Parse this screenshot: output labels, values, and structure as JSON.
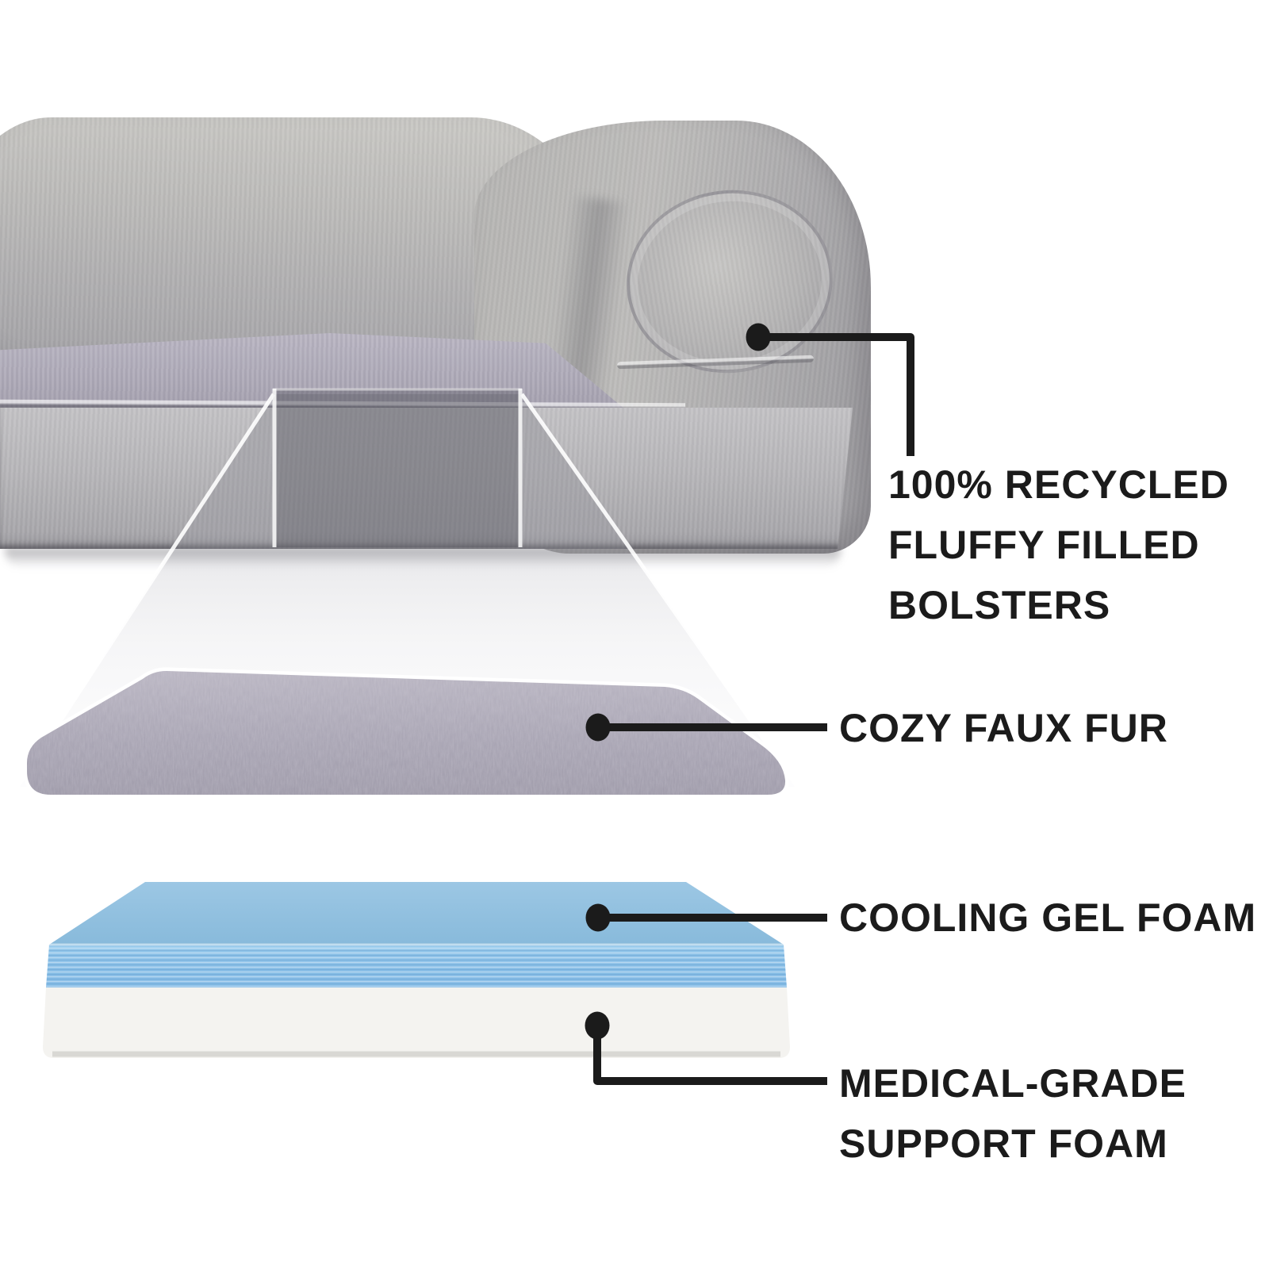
{
  "labels": {
    "bolster": {
      "line1": "100% RECYCLED",
      "line2": "FLUFFY FILLED",
      "line3": "BOLSTERS"
    },
    "faux_fur": "COZY FAUX FUR",
    "cooling_gel": "COOLING GEL FOAM",
    "support_foam": {
      "line1": "MEDICAL-GRADE",
      "line2": "SUPPORT FOAM"
    }
  },
  "colors": {
    "callout_ink": "#1b1b1b",
    "background": "#ffffff",
    "bed_plush_gray": "#b5b4b2",
    "sleep_surface_lavender": "#aba7b5",
    "faux_fur_lavender": "#a8a4b3",
    "cooling_gel_blue": "#8ec2e8",
    "mattress_top_blue": "#8dbddc",
    "support_foam_white": "#f3f2ef"
  }
}
